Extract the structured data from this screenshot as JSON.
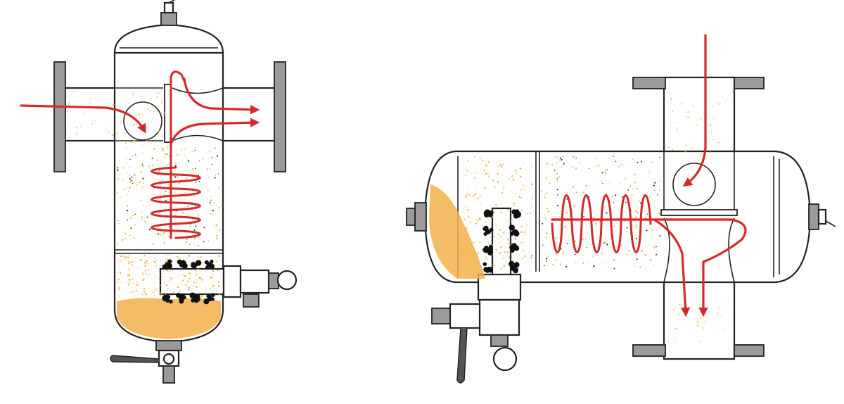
{
  "colors": {
    "flow": "#d42a2a",
    "sediment": "#f2b24a",
    "outline": "#222222",
    "metal": "#9a9a9a",
    "background": "#ffffff"
  },
  "diagrams": [
    {
      "id": "vertical-separator",
      "orientation": "vertical",
      "spiral_turns": 5
    },
    {
      "id": "horizontal-separator",
      "orientation": "horizontal",
      "spiral_turns": 5
    }
  ]
}
